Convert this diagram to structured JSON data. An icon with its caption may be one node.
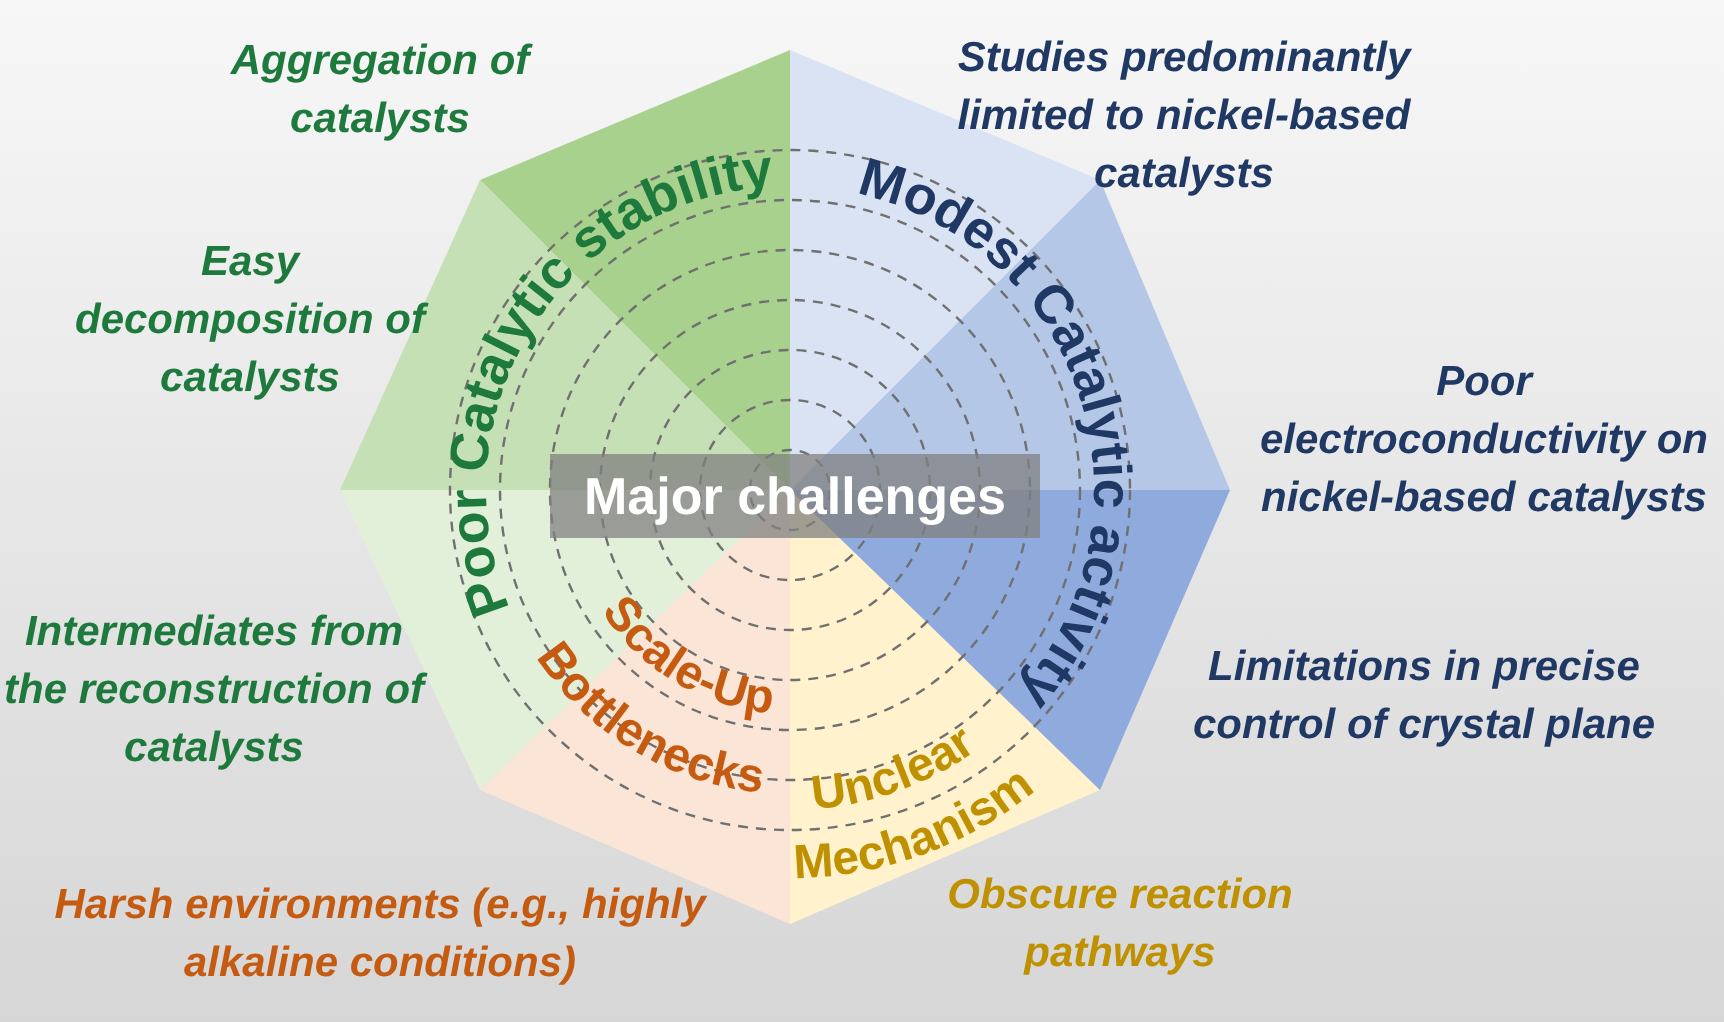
{
  "diagram": {
    "nodes": [
      {
        "text": [
          "Major challenges"
        ]
      }
    ],
    "labels": [
      "Aggregation of catalysts",
      "Studies predominantly limited to nickel-based catalysts",
      "Modest Catalytic activity",
      "Poor Catalytic stability",
      "Easy decomposition of catalysts",
      "Poor electroconductivity on nickel-based catalysts",
      "Intermediates from the reconstruction of catalysts",
      "Limitations in precise control of crystal plane",
      "Scale-Up Bottlenecks",
      "Unclear Mechanism",
      "Harsh environments (e.g., highly alkaline conditions)",
      "Obscure reaction pathways"
    ]
  }
}
